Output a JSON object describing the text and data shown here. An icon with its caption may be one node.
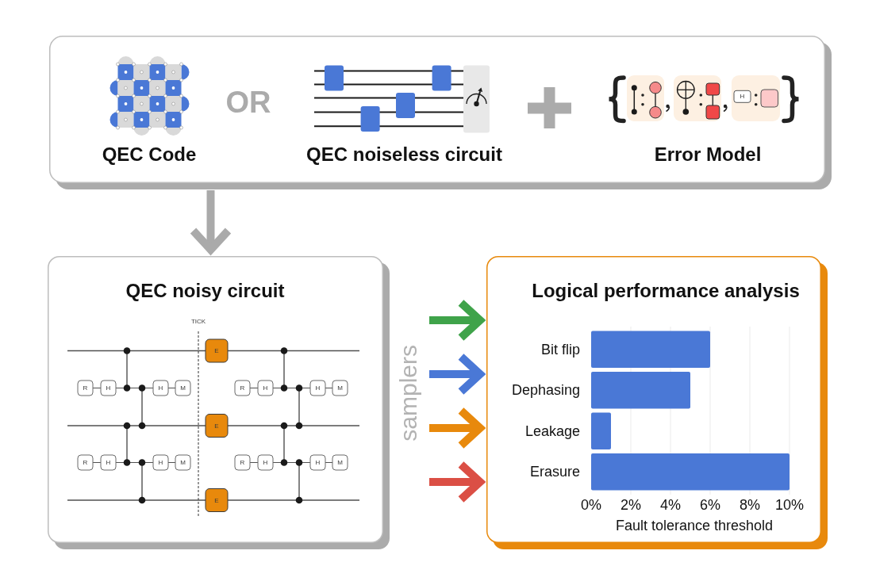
{
  "diagram": {
    "nodes": [
      {
        "text": [],
        "shape": "box"
      },
      {
        "text": [],
        "shape": "picture",
        "beside": [
          "QEC Code"
        ],
        "in": 0
      },
      {
        "text": [],
        "shape": "picture",
        "beside": [
          "QEC noiseless circuit"
        ],
        "in": 0
      },
      {
        "text": [],
        "shape": "picture",
        "beside": [
          "Error Model"
        ],
        "in": 0
      },
      {
        "text": [
          "QEC noisy circuit"
        ]
      },
      {
        "text": [
          "Logical performance analysis"
        ]
      }
    ],
    "edges": [
      {
        "from": 0,
        "to": 4,
        "arrow": "to",
        "color": "#aaaaaa"
      },
      {
        "from": 4,
        "to": 5,
        "arrow": "to",
        "color": "#3fa34a"
      },
      {
        "from": 4,
        "to": 5,
        "arrow": "to",
        "color": "#4a78d6"
      },
      {
        "from": 4,
        "to": 5,
        "arrow": "to",
        "color": "#e8890c"
      },
      {
        "from": 4,
        "to": 5,
        "arrow": "to",
        "color": "#db4f45"
      }
    ],
    "labels": [
      "OR",
      "H",
      "TICK",
      "E",
      "R",
      "H",
      "H",
      "M",
      "R",
      "H",
      "H",
      "M",
      "E",
      "R",
      "H",
      "H",
      "M",
      "R",
      "H",
      "H",
      "M",
      "E",
      "samplers"
    ],
    "chart_data": {
      "type": "bar",
      "orientation": "horizontal",
      "grid": true,
      "xlabel": "Fault tolerance threshold",
      "categories": [
        "Bit flip",
        "Dephasing",
        "Leakage",
        "Erasure"
      ],
      "series": [
        {
          "color": "#4a78d6",
          "values": [
            6,
            5,
            1,
            10
          ]
        }
      ],
      "xlim": [
        0,
        10
      ],
      "xticks": [
        {
          "value": 0,
          "label": "0%"
        },
        {
          "value": 2,
          "label": "2%"
        },
        {
          "value": 4,
          "label": "4%"
        },
        {
          "value": 6,
          "label": "6%"
        },
        {
          "value": 8,
          "label": "8%"
        },
        {
          "value": 10,
          "label": "10%"
        }
      ]
    }
  }
}
